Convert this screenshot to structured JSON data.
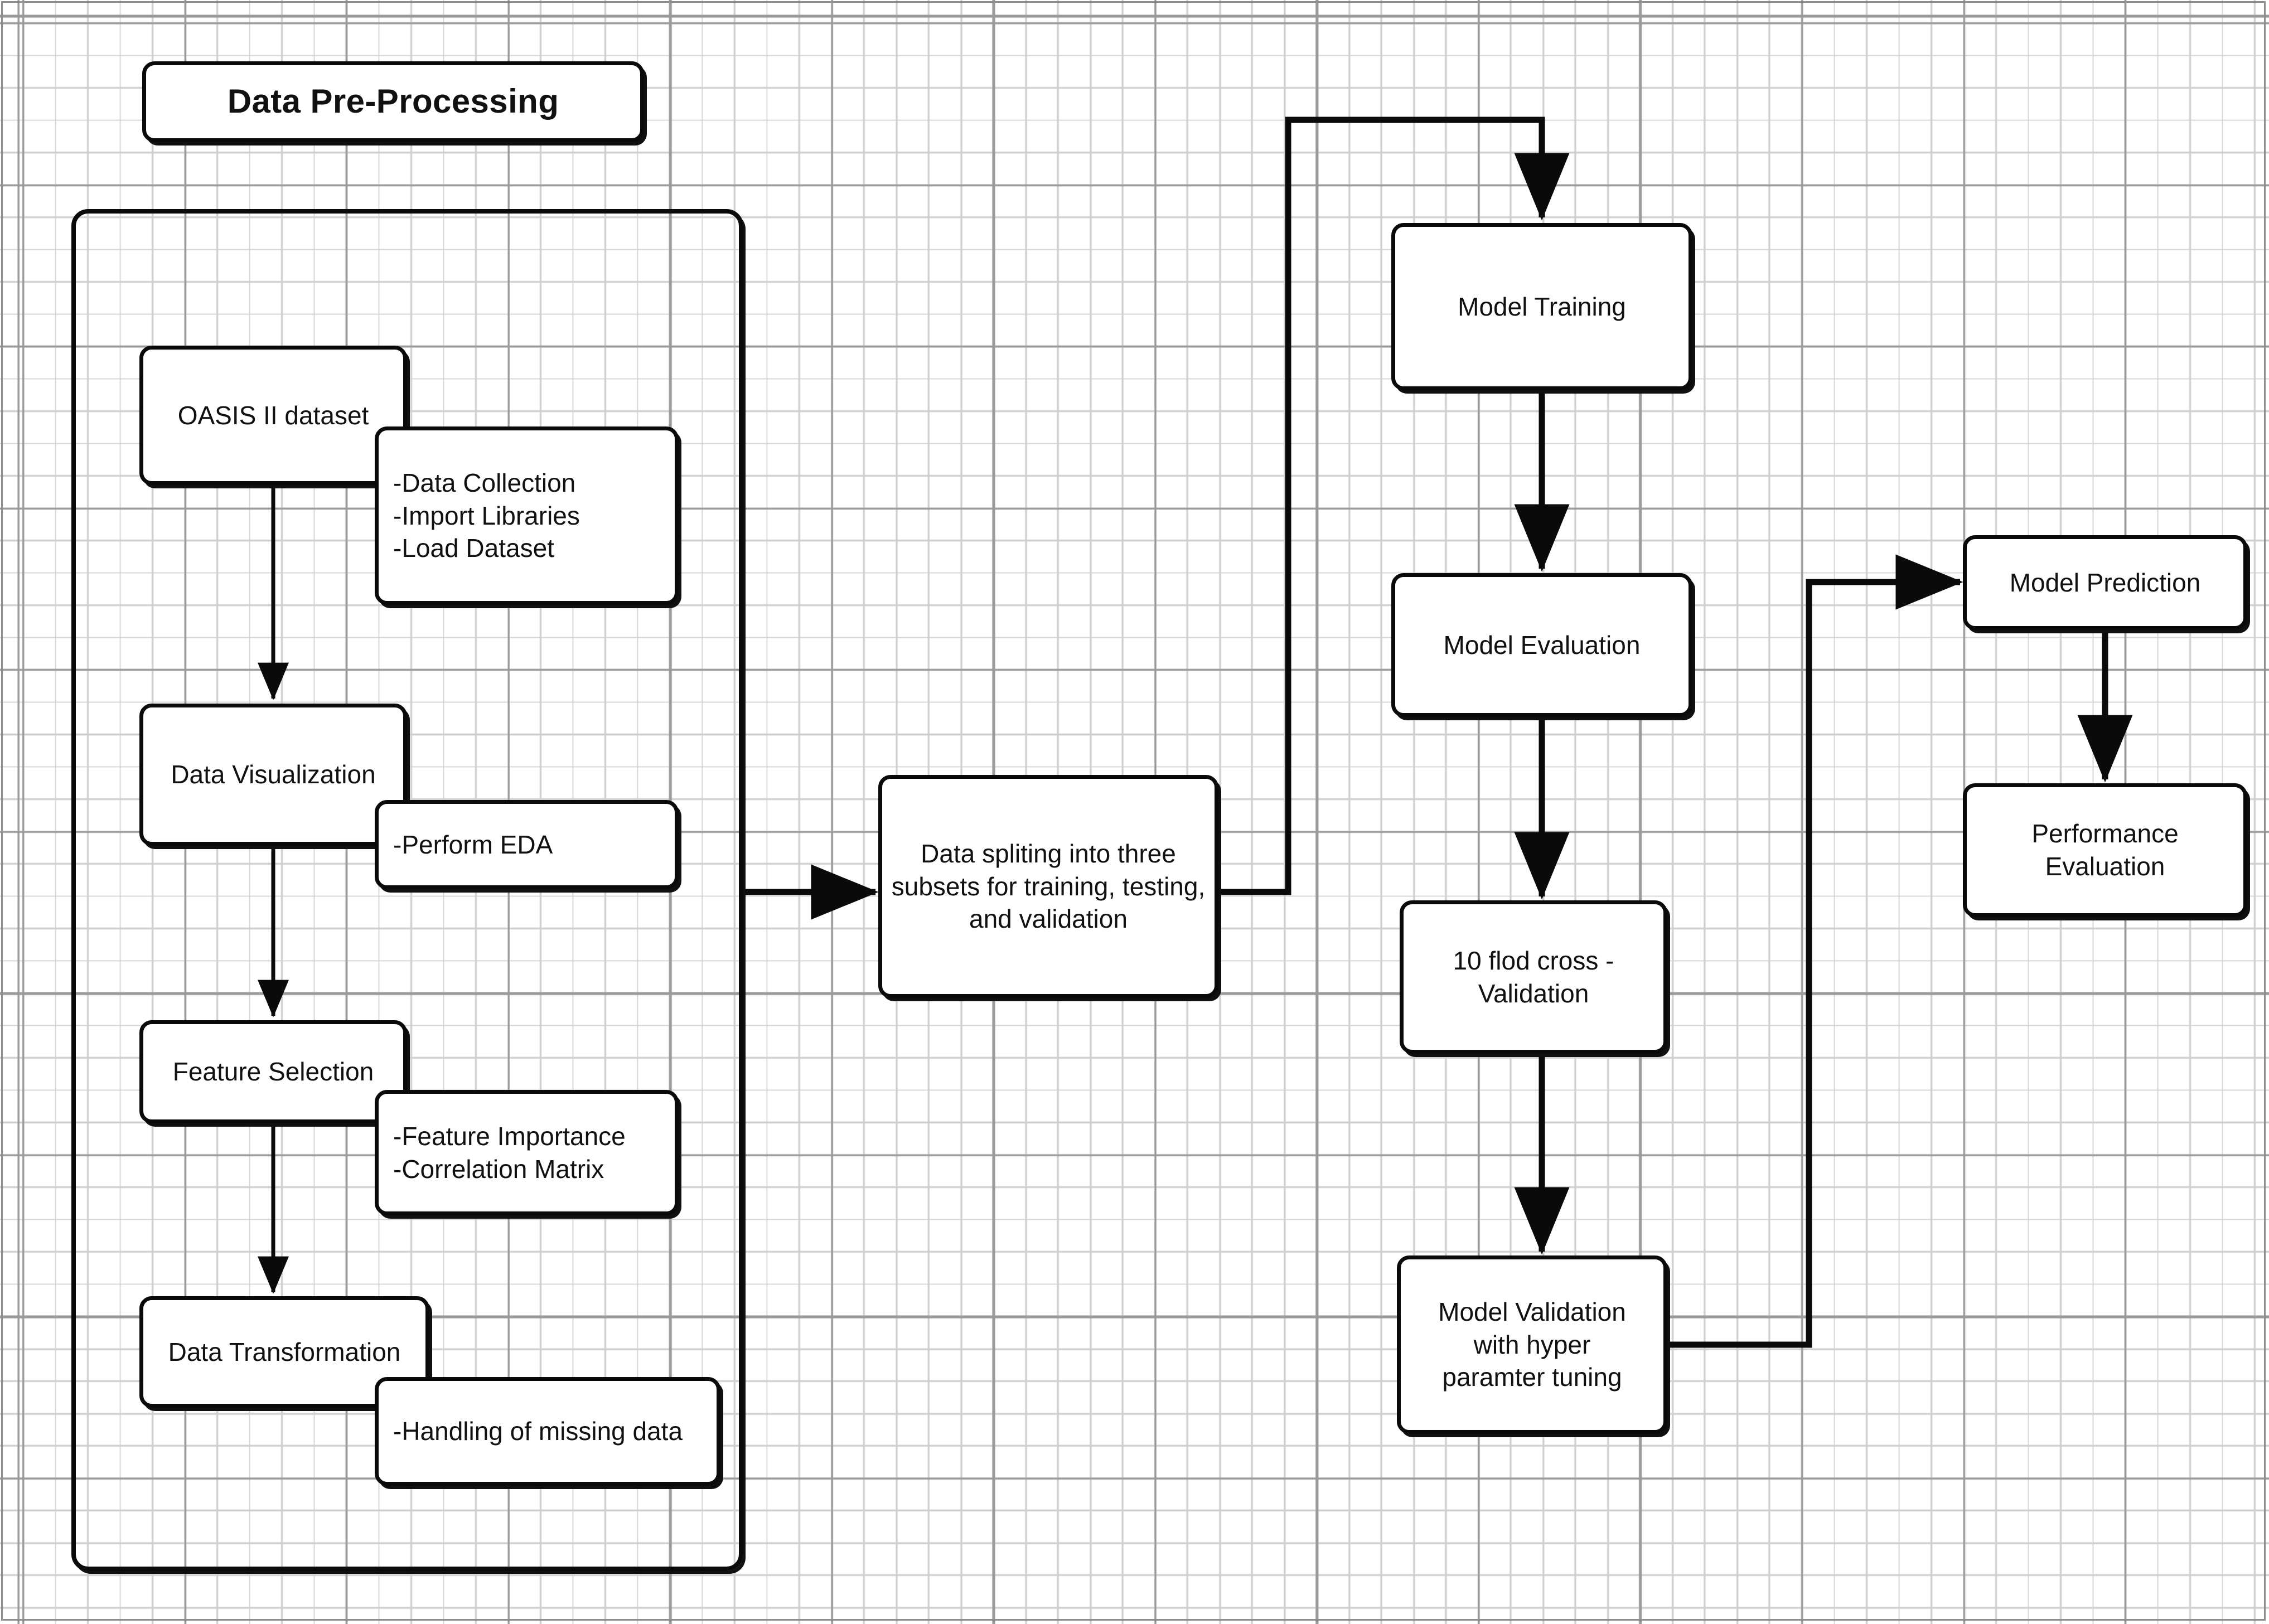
{
  "diagram": {
    "title": "Data Pre-Processing",
    "type": "flowchart",
    "background": "graph-paper-grid",
    "colors": {
      "stroke": "#0a0a0a",
      "fill": "#ffffff",
      "grid_minor": "#cfcfcf",
      "grid_major": "#9a9a9a"
    }
  },
  "header": {
    "label": "Data Pre-Processing"
  },
  "preprocessing_group": {
    "label": "",
    "stages": [
      {
        "id": "oasis",
        "label": "OASIS II dataset"
      },
      {
        "id": "visualization",
        "label": "Data Visualization"
      },
      {
        "id": "feature",
        "label": "Feature Selection"
      },
      {
        "id": "transformation",
        "label": "Data Transformation"
      }
    ],
    "notes": [
      {
        "id": "note-oasis",
        "label": "-Data Collection\n-Import Libraries\n-Load Dataset"
      },
      {
        "id": "note-visualization",
        "label": "-Perform EDA"
      },
      {
        "id": "note-feature",
        "label": "-Feature Importance\n-Correlation Matrix"
      },
      {
        "id": "note-transformation",
        "label": "-Handling of missing data"
      }
    ]
  },
  "pipeline": {
    "split": {
      "label": "Data spliting into three subsets for training, testing, and validation"
    },
    "model_training": {
      "label": "Model Training"
    },
    "model_evaluation": {
      "label": "Model Evaluation"
    },
    "cross_validation": {
      "label": "10 flod cross -\nValidation"
    },
    "model_validation": {
      "label": "Model Validation\nwith hyper\nparamter tuning"
    },
    "model_prediction": {
      "label": "Model Prediction"
    },
    "performance": {
      "label": "Performance\nEvaluation"
    }
  },
  "edges": [
    {
      "from": "preprocessing_group",
      "to": "split",
      "style": "orthogonal-arrow"
    },
    {
      "from": "oasis",
      "to": "visualization",
      "style": "straight-arrow"
    },
    {
      "from": "visualization",
      "to": "feature",
      "style": "straight-arrow"
    },
    {
      "from": "feature",
      "to": "transformation",
      "style": "straight-arrow"
    },
    {
      "from": "split",
      "to": "model_training",
      "style": "orthogonal-arrow"
    },
    {
      "from": "model_training",
      "to": "model_evaluation",
      "style": "straight-arrow"
    },
    {
      "from": "model_evaluation",
      "to": "cross_validation",
      "style": "straight-arrow"
    },
    {
      "from": "cross_validation",
      "to": "model_validation",
      "style": "straight-arrow"
    },
    {
      "from": "model_validation",
      "to": "model_prediction",
      "style": "orthogonal-arrow"
    },
    {
      "from": "model_prediction",
      "to": "performance",
      "style": "straight-arrow"
    }
  ]
}
